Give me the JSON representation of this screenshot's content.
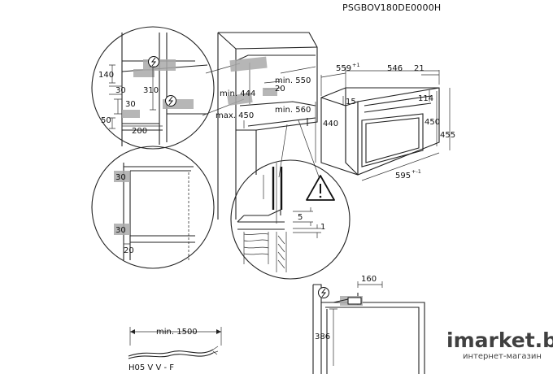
{
  "doc_id": "PSGBOV180DE0000H",
  "top_niche": {
    "min_444": "min. 444",
    "min_550": "min. 550",
    "d20": "20",
    "min_560": "min. 560",
    "max_450": "max. 450"
  },
  "zoom_left": {
    "d140": "140",
    "d30a": "30",
    "d310": "310",
    "d30b": "30",
    "d50": "50",
    "d200": "200"
  },
  "zoom_lower": {
    "d30a": "30",
    "d30b": "30",
    "d20": "20"
  },
  "oven": {
    "d559": "559",
    "d559_sup": "+1",
    "d546": "546",
    "d21": "21",
    "d15": "15",
    "d114": "114",
    "d440": "440",
    "d450": "450",
    "d455": "455",
    "d595": "595",
    "d595_sup": "+-1"
  },
  "detail": {
    "d5": "5",
    "d1": "1"
  },
  "bottom_view": {
    "d160": "160",
    "d386": "386"
  },
  "cable": {
    "length": "min. 1500",
    "type": "H05 V V - F"
  },
  "watermark": {
    "brand": "imarket.by",
    "sub": "интернет-магазин"
  }
}
